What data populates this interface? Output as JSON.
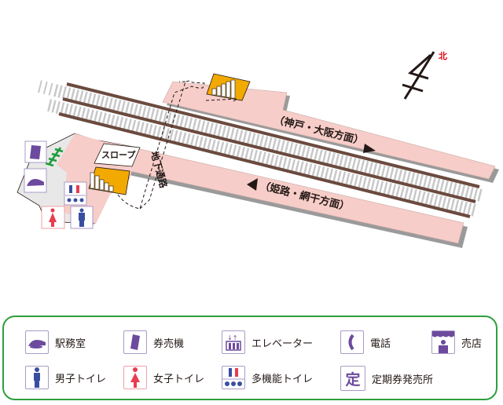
{
  "map": {
    "north_label": "北",
    "upper_platform_direction": "（神戸・大阪方面）",
    "lower_platform_direction": "（姫路・網干方面）",
    "slope_label": "スロープ",
    "underpass_label": "地下通路"
  },
  "colors": {
    "platform": "#f6cdc8",
    "rail": "#6b4a3e",
    "stairs": "#f2a900",
    "icon_purple": "#6c4a9e",
    "male": "#3a4ea0",
    "female": "#e83c4f",
    "legend_border": "#2e9e3e",
    "north": "#e60012"
  },
  "legend": {
    "items": [
      {
        "icon": "station-office-icon",
        "label": "駅務室"
      },
      {
        "icon": "ticket-machine-icon",
        "label": "券売機"
      },
      {
        "icon": "elevator-icon",
        "label": "エレベーター"
      },
      {
        "icon": "telephone-icon",
        "label": "電話"
      },
      {
        "icon": "shop-icon",
        "label": "売店"
      },
      {
        "icon": "mens-toilet-icon",
        "label": "男子トイレ"
      },
      {
        "icon": "womens-toilet-icon",
        "label": "女子トイレ"
      },
      {
        "icon": "multipurpose-toilet-icon",
        "label": "多機能トイレ"
      },
      {
        "icon": "commuter-pass-office-icon",
        "label": "定期券発売所",
        "glyph": "定"
      }
    ]
  }
}
